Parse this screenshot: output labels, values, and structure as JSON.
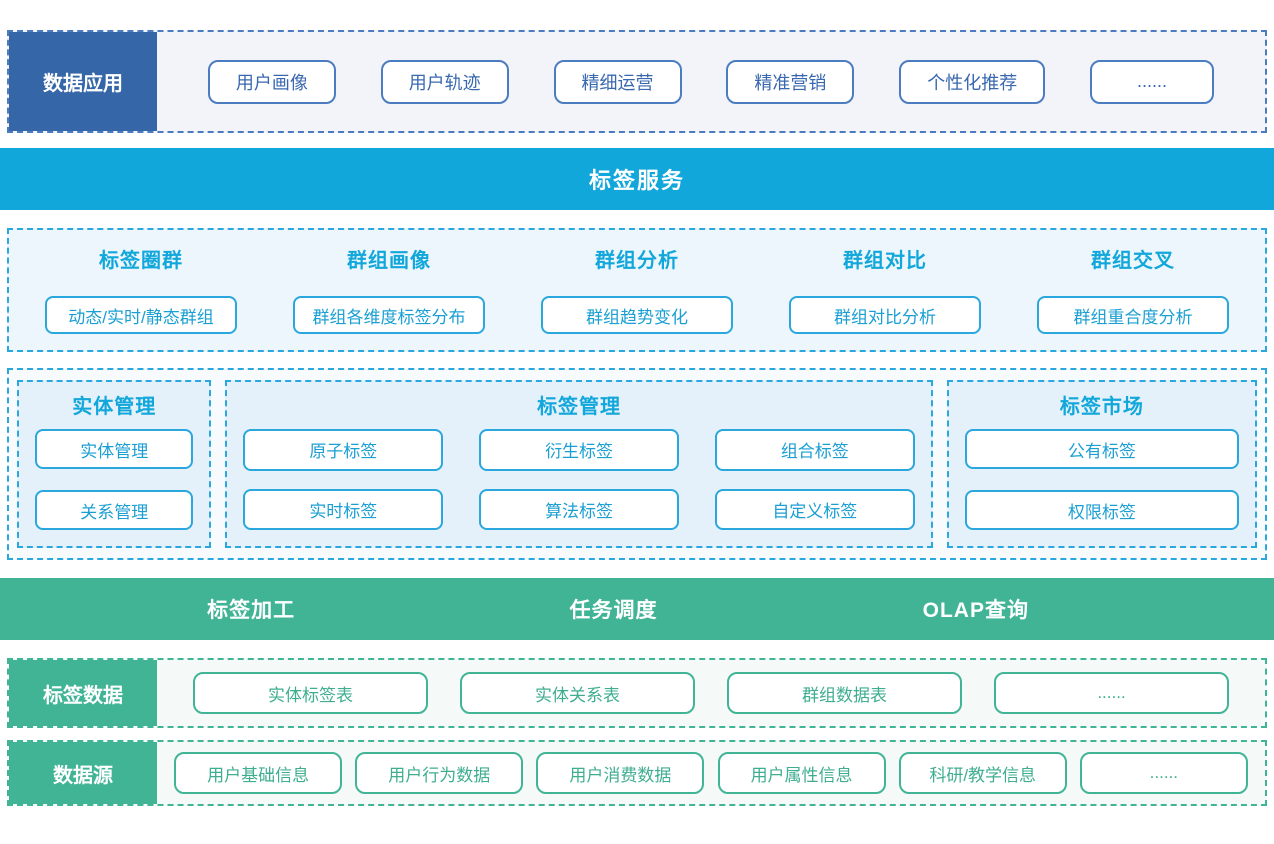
{
  "colors": {
    "app_blue": "#3566A8",
    "app_border_blue": "#4C7CC0",
    "app_section_bg": "#F2F4FA",
    "service_cyan": "#12A7DB",
    "cyan_border": "#2AA7DC",
    "cyan_section_bg": "#EDF6FC",
    "cyan_panel_bg": "#E4F1FA",
    "compute_green": "#41B496",
    "green_section_bg": "#F5FAF8"
  },
  "data_application": {
    "label": "数据应用",
    "items": [
      "用户画像",
      "用户轨迹",
      "精细运营",
      "精准营销",
      "个性化推荐",
      "......"
    ]
  },
  "tag_service": {
    "banner": "标签服务",
    "groups": [
      {
        "title": "标签圈群",
        "item": "动态/实时/静态群组"
      },
      {
        "title": "群组画像",
        "item": "群组各维度标签分布"
      },
      {
        "title": "群组分析",
        "item": "群组趋势变化"
      },
      {
        "title": "群组对比",
        "item": "群组对比分析"
      },
      {
        "title": "群组交叉",
        "item": "群组重合度分析"
      }
    ]
  },
  "management": {
    "entity": {
      "title": "实体管理",
      "items": [
        "实体管理",
        "关系管理"
      ]
    },
    "tag": {
      "title": "标签管理",
      "items": [
        "原子标签",
        "衍生标签",
        "组合标签",
        "实时标签",
        "算法标签",
        "自定义标签"
      ]
    },
    "market": {
      "title": "标签市场",
      "items": [
        "公有标签",
        "权限标签"
      ]
    }
  },
  "compute_banner": {
    "items": [
      "标签加工",
      "任务调度",
      "OLAP查询"
    ]
  },
  "tag_data": {
    "label": "标签数据",
    "items": [
      "实体标签表",
      "实体关系表",
      "群组数据表",
      "......"
    ]
  },
  "data_source": {
    "label": "数据源",
    "items": [
      "用户基础信息",
      "用户行为数据",
      "用户消费数据",
      "用户属性信息",
      "科研/教学信息",
      "......"
    ]
  }
}
